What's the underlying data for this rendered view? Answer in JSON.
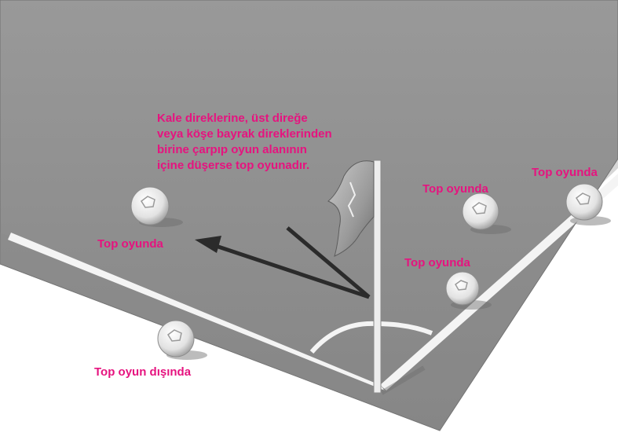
{
  "colors": {
    "label_magenta": "#e6137f",
    "pitch": "#8f8f8f",
    "pitch_edge": "#7a7a7a",
    "line_white": "#f4f4f4",
    "arrow": "#2b2b2b"
  },
  "annotation": {
    "lines": [
      "Kale direklerine, üst direğe",
      "veya köşe bayrak direklerinden",
      "birine çarpıp oyun alanının",
      "içine düşerse top oyunadır."
    ]
  },
  "balls": [
    {
      "id": "left",
      "label": "Top oyunda"
    },
    {
      "id": "center",
      "label": "Top oyunda"
    },
    {
      "id": "right",
      "label": "Top oyunda"
    },
    {
      "id": "near-post",
      "label": "Top oyunda"
    },
    {
      "id": "out",
      "label": "Top oyun dışında"
    }
  ]
}
